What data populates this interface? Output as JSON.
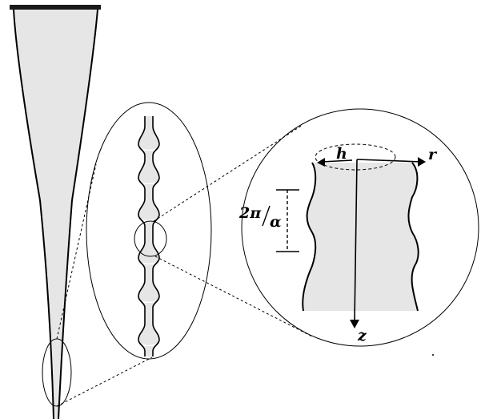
{
  "labels": {
    "h": "h",
    "r": "r",
    "z": "z",
    "wavelength_numerator": "2π",
    "wavelength_denominator": "α"
  },
  "colors": {
    "fluid_fill": "#e6e6e6",
    "stroke": "#000000",
    "nozzle": "#1a1a1a",
    "background": "#ffffff"
  }
}
